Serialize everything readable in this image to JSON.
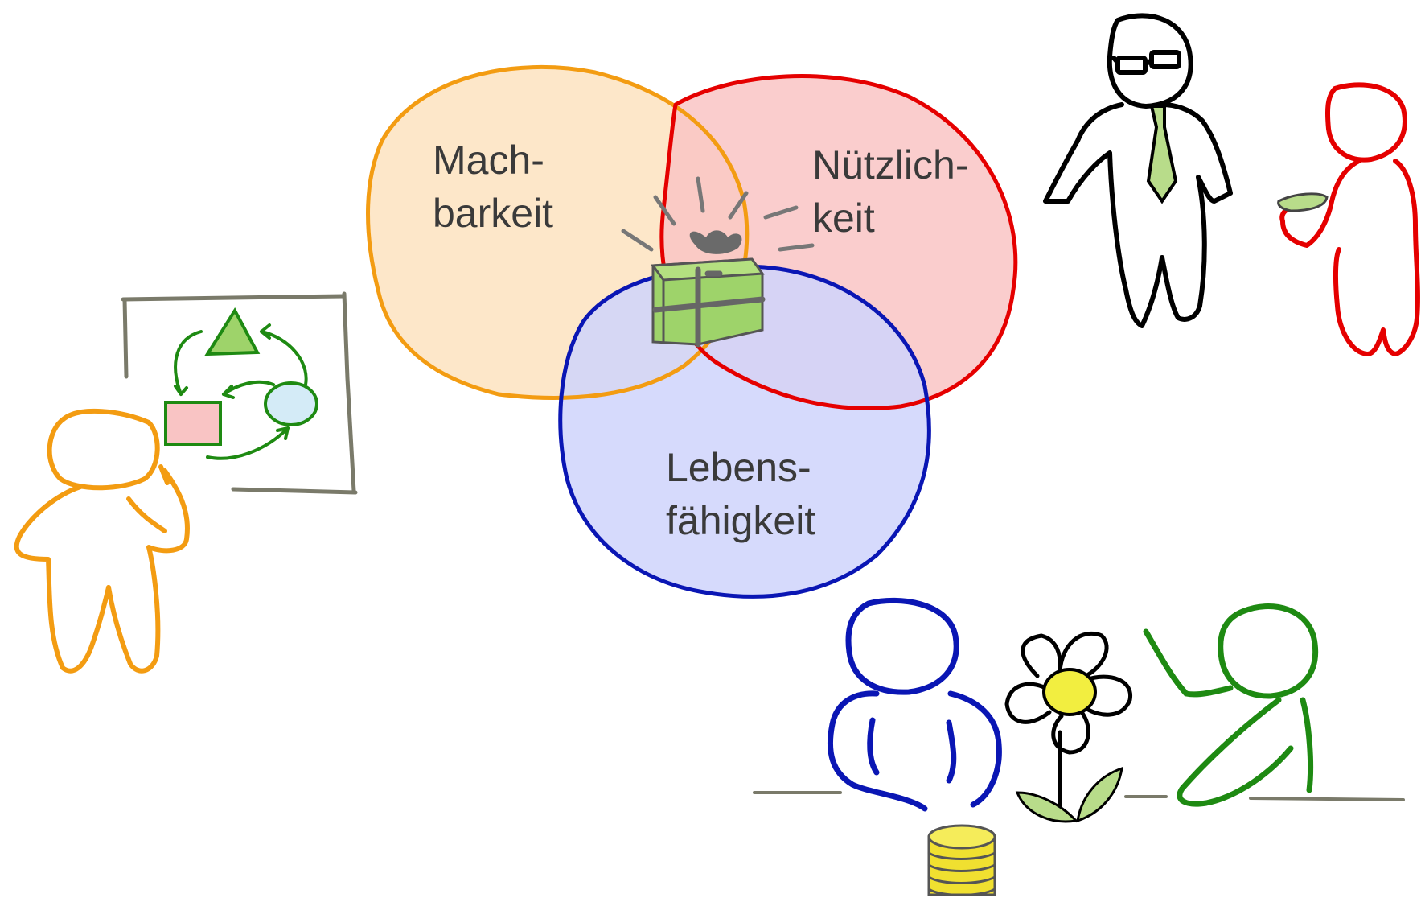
{
  "circles": {
    "feasibility": {
      "line1": "Mach-",
      "line2": "barkeit",
      "stroke": "#f39c12",
      "fill": "#fde3bf"
    },
    "usefulness": {
      "line1": "Nützlich-",
      "line2": "keit",
      "stroke": "#e50000",
      "fill": "#f9c4c4"
    },
    "viability": {
      "line1": "Lebens-",
      "line2": "fähigkeit",
      "stroke": "#0a16b4",
      "fill": "#cfd3fb"
    }
  },
  "colors": {
    "gift": "#9ed36a",
    "ribbon": "#666666",
    "figure_orange": "#f39c12",
    "figure_black": "#000000",
    "figure_red": "#e50000",
    "figure_blue": "#0a16b4",
    "figure_green": "#1e8a12",
    "board_frame": "#7a7a6a",
    "coin": "#f0e030",
    "flower_center": "#f2ee40",
    "leaf": "#b8dc8a"
  },
  "icons": {
    "gift": "gift-box-icon",
    "whiteboard": "whiteboard-process-icon",
    "flower": "flower-icon",
    "coins": "coin-stack-icon"
  }
}
